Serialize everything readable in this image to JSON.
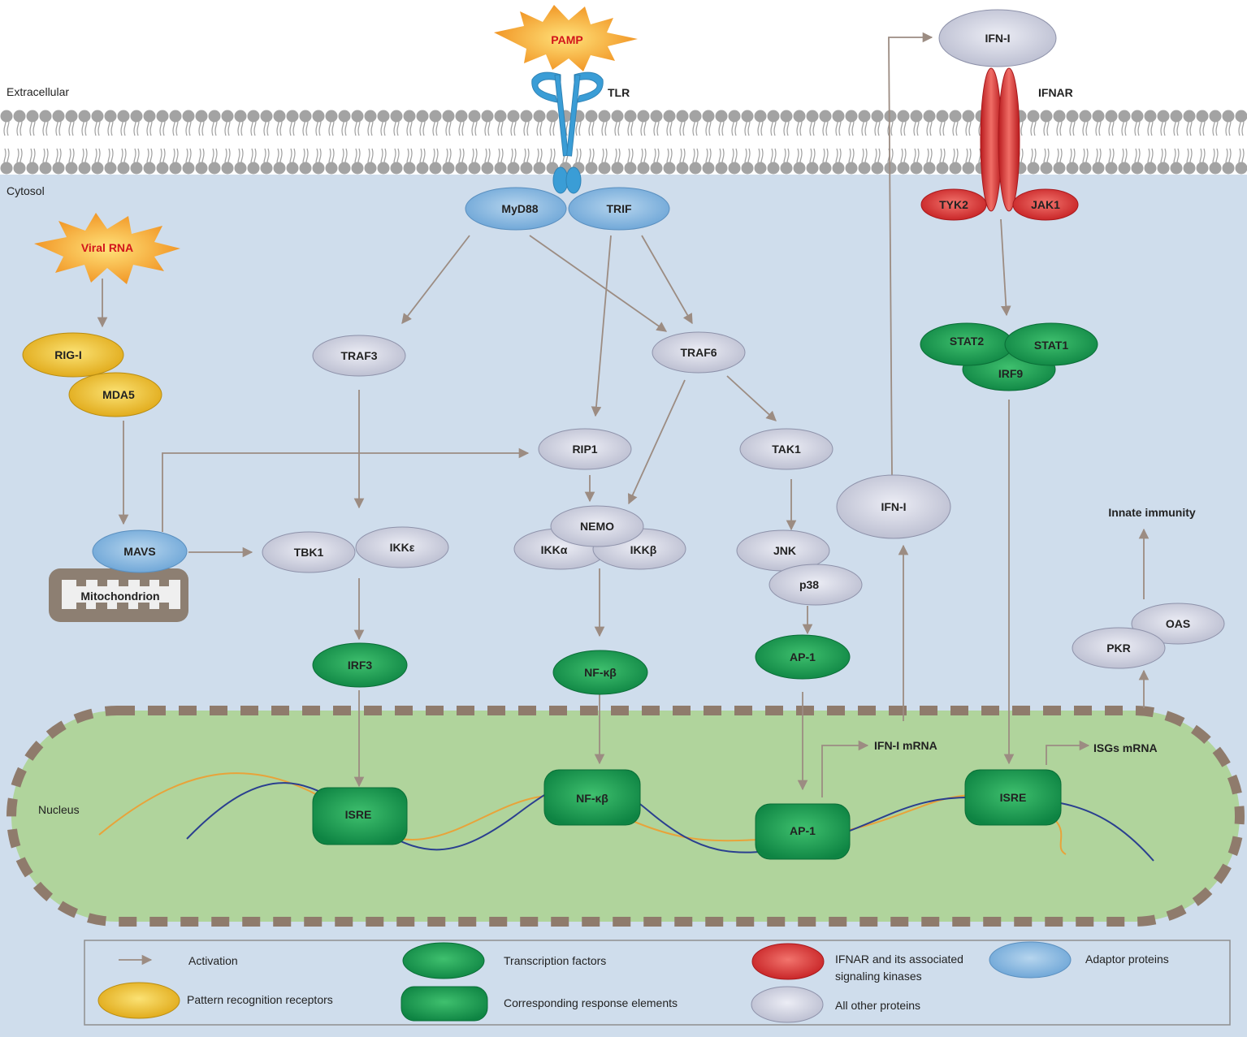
{
  "regions": {
    "extracellular": "Extracellular",
    "cytosol": "Cytosol",
    "nucleus": "Nucleus"
  },
  "stimuli": {
    "pamp": "PAMP",
    "viral_rna": "Viral RNA"
  },
  "receptors": {
    "tlr": "TLR",
    "ifnar": "IFNAR"
  },
  "proteins": {
    "ifn_extracellular": "IFN-I",
    "myd88": "MyD88",
    "trif": "TRIF",
    "tyk2": "TYK2",
    "jak1": "JAK1",
    "rig_i": "RIG-I",
    "mda5": "MDA5",
    "traf3": "TRAF3",
    "traf6": "TRAF6",
    "stat2": "STAT2",
    "stat1": "STAT1",
    "irf9": "IRF9",
    "rip1": "RIP1",
    "tak1": "TAK1",
    "ifn_cytosol": "IFN-I",
    "innate_immunity": "Innate immunity",
    "mavs": "MAVS",
    "mitochondrion": "Mitochondrion",
    "tbk1": "TBK1",
    "ikke": "IKKε",
    "nemo": "NEMO",
    "ikka": "IKKα",
    "ikkb": "IKKβ",
    "jnk": "JNK",
    "p38": "p38",
    "oas": "OAS",
    "pkr": "PKR",
    "irf3": "IRF3",
    "nfkb": "NF-κβ",
    "ap1": "AP-1"
  },
  "nucleus_elements": {
    "isre_1": "ISRE",
    "nfkb": "NF-κβ",
    "ap1": "AP-1",
    "isre_2": "ISRE",
    "ifn_mrna": "IFN-I mRNA",
    "isgs_mrna": "ISGs mRNA"
  },
  "legend": {
    "activation": "Activation",
    "prr": "Pattern recognition receptors",
    "transcription_factors": "Transcription factors",
    "response_elements": "Corresponding response elements",
    "ifnar_line1": "IFNAR and its associated",
    "ifnar_line2": "signaling kinases",
    "all_other": "All other proteins",
    "adaptor": "Adaptor proteins"
  },
  "colors": {
    "cytosol_bg": "#cfddec",
    "nucleus_bg": "#b0d49c",
    "nucleus_border": "#8f7b6c",
    "arrow": "#9c8c82",
    "pamp_text": "#d2141b",
    "membrane_head": "#a3a3a3"
  }
}
